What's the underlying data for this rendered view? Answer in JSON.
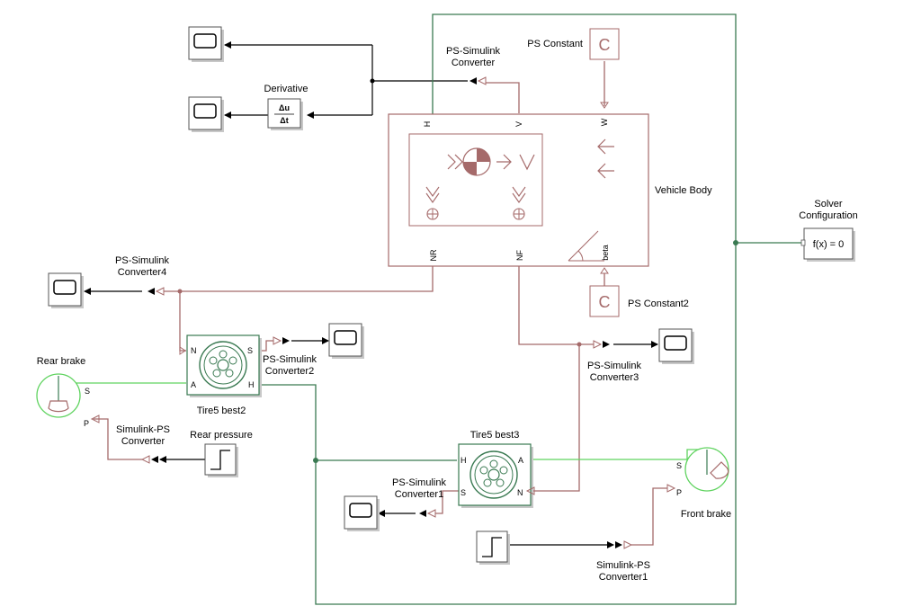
{
  "blocks": {
    "ps_constant": "PS Constant",
    "ps_constant2": "PS Constant2",
    "ps_simulink_converter": "PS-Simulink\nConverter",
    "ps_simulink_converter1": "PS-Simulink\nConverter1",
    "ps_simulink_converter2": "PS-Simulink\nConverter2",
    "ps_simulink_converter3": "PS-Simulink\nConverter3",
    "ps_simulink_converter4": "PS-Simulink\nConverter4",
    "simulink_ps_converter": "Simulink-PS\nConverter",
    "simulink_ps_converter1": "Simulink-PS\nConverter1",
    "derivative": "Derivative",
    "vehicle_body": "Vehicle Body",
    "solver_configuration": "Solver\nConfiguration",
    "solver_expr": "f(x) = 0",
    "tire_rear": "Tire5 best2",
    "tire_front": "Tire5 best3",
    "rear_brake": "Rear brake",
    "front_brake": "Front brake",
    "rear_pressure": "Rear pressure"
  },
  "ports": {
    "constant_symbol": "C",
    "derivative_num": "Δu",
    "derivative_den": "Δt",
    "vb_H": "H",
    "vb_V": "V",
    "vb_W": "W",
    "vb_NR": "NR",
    "vb_NF": "NF",
    "vb_beta": "beta",
    "tire_N": "N",
    "tire_S": "S",
    "tire_A": "A",
    "tire_H": "H",
    "brake_S": "S",
    "brake_P": "P"
  },
  "colors": {
    "physical_line": "#a56a6a",
    "signal_line": "#000000",
    "mechanical_line": "#3a7a52",
    "brake_line": "#5fd35f"
  }
}
